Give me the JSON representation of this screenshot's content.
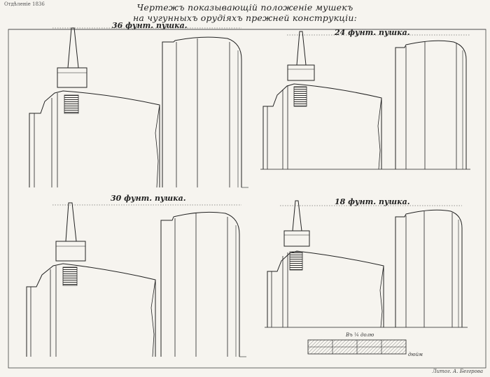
{
  "header": {
    "corner_note": "Отдѣленіе 1836",
    "title_line1": "Чертежъ показывающій положеніе мушекъ",
    "title_line2": "на чугунныхъ орудіяхъ прежней конструкціи:"
  },
  "panels": [
    {
      "label": "36 фунт. пушка."
    },
    {
      "label": "24 фунт. пушка."
    },
    {
      "label": "30 фунт. пушка."
    },
    {
      "label": "18 фунт. пушка."
    }
  ],
  "scale": {
    "title": "Въ ¼ долю",
    "unit": "дюйм"
  },
  "signature": "Литог. А. Беггрова"
}
